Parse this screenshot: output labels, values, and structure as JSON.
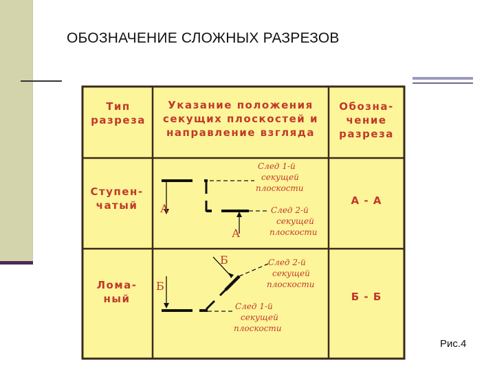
{
  "slide": {
    "title": "ОБОЗНАЧЕНИЕ СЛОЖНЫХ РАЗРЕЗОВ",
    "caption": "Рис.4"
  },
  "table": {
    "header": {
      "col1": [
        "Тип",
        "разреза"
      ],
      "col2": [
        "Указание положения",
        "секущих плоскостей и",
        "направление взгляда"
      ],
      "col3": [
        "Обозна-",
        "чение",
        "разреза"
      ]
    },
    "rows": [
      {
        "type": [
          "Ступен-",
          "чатый"
        ],
        "designation": "А - А",
        "marks": [
          "А",
          "А"
        ],
        "notes": [
          [
            "След 1-й",
            "секущей",
            "плоскости"
          ],
          [
            "След 2-й",
            "секущей",
            "плоскости"
          ]
        ]
      },
      {
        "type": [
          "Лома-",
          "ный"
        ],
        "designation": "Б - Б",
        "marks": [
          "Б",
          "Б"
        ],
        "notes": [
          [
            "След 2-й",
            "секущей",
            "плоскости"
          ],
          [
            "След 1-й",
            "секущей",
            "плоскости"
          ]
        ]
      }
    ]
  },
  "colors": {
    "table_bg": "#fdf59a",
    "border": "#3a2a1a",
    "text": "#c0392b",
    "band": "#d3d3ac",
    "band_accent": "#4a2a55"
  }
}
